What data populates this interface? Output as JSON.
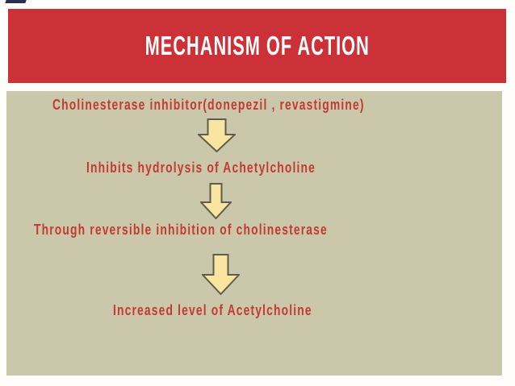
{
  "slide": {
    "title": "MECHANISM OF ACTION",
    "steps": [
      {
        "text": "Cholinesterase inhibitor(donepezil , revastigmine)"
      },
      {
        "text": "Inhibits hydrolysis of Achetylcholine"
      },
      {
        "text": "Through reversible inhibition of cholinesterase"
      },
      {
        "text": "Increased level of Acetylcholine"
      }
    ],
    "connector_icon": "down-arrow-icon",
    "colors": {
      "banner_red": "#cd3138",
      "panel_beige": "#cbc7ab",
      "text_red": "#c23a33",
      "arrow_fill": "#f9e5a0",
      "arrow_stroke": "#5c5d4e",
      "title_text": "#ffffff"
    }
  }
}
